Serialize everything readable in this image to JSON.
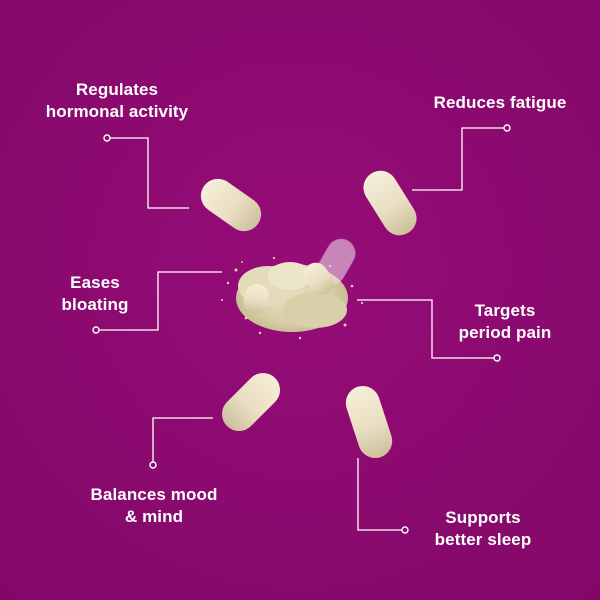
{
  "benefits": {
    "hormonal": "Regulates\nhormonal activity",
    "fatigue": "Reduces fatigue",
    "bloating": "Eases\nbloating",
    "period_pain": "Targets\nperiod pain",
    "mood": "Balances mood\n& mind",
    "sleep": "Supports\nbetter sleep"
  },
  "colors": {
    "background": "#8b0a6f",
    "capsule": "#efe6cf",
    "powder": "#ddd5b2",
    "line": "#ffffff"
  }
}
